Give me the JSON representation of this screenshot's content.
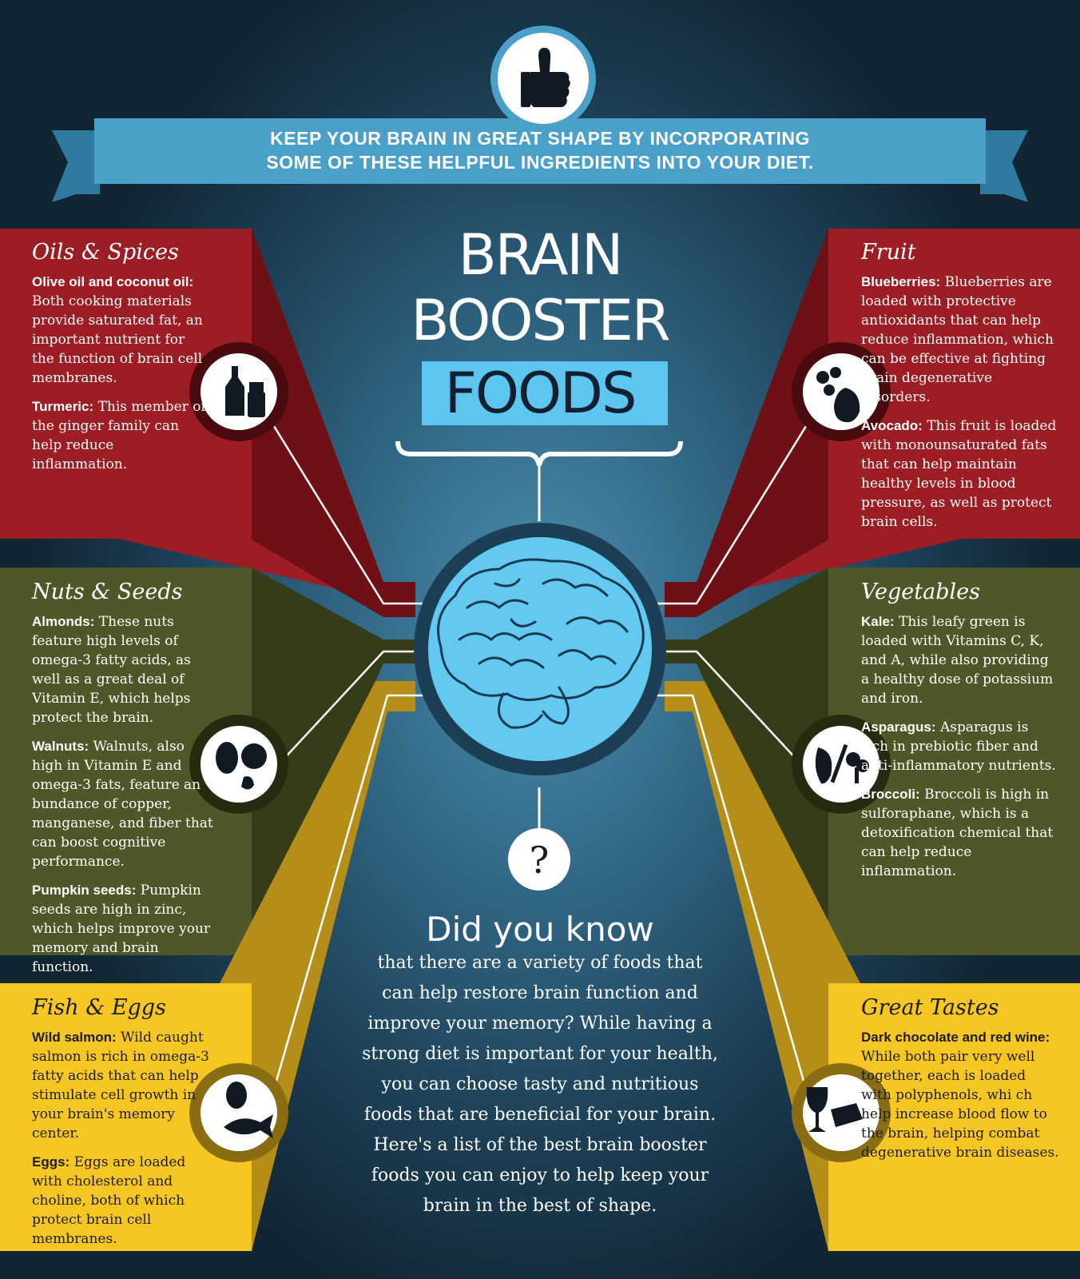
{
  "banner": {
    "line1": "KEEP YOUR BRAIN IN GREAT SHAPE BY INCORPORATING",
    "line2": "SOME OF THESE HELPFUL INGREDIENTS INTO YOUR DIET."
  },
  "title": {
    "line1": "BRAIN",
    "line2": "BOOSTER",
    "line3": "FOODS"
  },
  "sections": {
    "oils": {
      "title": "Oils & Spices",
      "items": [
        {
          "name": "Olive oil and coconut oil:",
          "text": "Both cooking materials provide saturated fat, an important nutrient for the function of brain cell membranes."
        },
        {
          "name": "Turmeric:",
          "text": "This member of the ginger family can help reduce inflammation."
        }
      ]
    },
    "fruit": {
      "title": "Fruit",
      "items": [
        {
          "name": "Blueberries:",
          "text": "Blueberries are loaded with protective antioxidants that can help reduce inflammation, which can be effective at fighting brain degenerative disorders."
        },
        {
          "name": "Avocado:",
          "text": "This fruit is loaded with monounsaturated fats that can help maintain healthy levels in blood pressure, as well as protect brain cells."
        }
      ]
    },
    "nuts": {
      "title": "Nuts & Seeds",
      "items": [
        {
          "name": "Almonds:",
          "text": "These nuts feature high levels of omega-3 fatty acids, as well as a great deal of Vitamin E, which helps protect the brain."
        },
        {
          "name": "Walnuts:",
          "text": "Walnuts, also high in Vitamin E and omega-3 fats, feature an bundance of copper, manganese, and fiber that can boost cognitive performance."
        },
        {
          "name": "Pumpkin seeds:",
          "text": "Pumpkin seeds are high in zinc, which helps improve your memory and brain function."
        }
      ]
    },
    "vegetables": {
      "title": "Vegetables",
      "items": [
        {
          "name": "Kale:",
          "text": "This leafy green is loaded with Vitamins C, K, and A, while also providing a healthy dose of potassium and iron."
        },
        {
          "name": "Asparagus:",
          "text": "Asparagus is rich in prebiotic fiber and anti-inflammatory nutrients."
        },
        {
          "name": "Broccoli:",
          "text": "Broccoli is high in sulforaphane, which is a detoxification chemical that can help reduce inflammation."
        }
      ]
    },
    "fish": {
      "title": "Fish & Eggs",
      "items": [
        {
          "name": "Wild salmon:",
          "text": "Wild caught salmon is rich in omega-3 fatty acids that can help stimulate cell growth in your brain's memory center."
        },
        {
          "name": "Eggs:",
          "text": "Eggs are loaded with cholesterol and choline, both of which protect brain cell membranes."
        }
      ]
    },
    "tastes": {
      "title": "Great Tastes",
      "items": [
        {
          "name": "Dark chocolate and red wine:",
          "text": "While both pair very well together, each is loaded with polyphenols, whi ch help increase blood flow to the brain, helping combat degenerative brain diseases."
        }
      ]
    }
  },
  "did_you_know": {
    "question_mark": "?",
    "title": "Did you know",
    "body": "that there are a variety of foods that can help restore brain function and improve your memory? While having a strong diet is important for your health, you can choose tasty and nutritious foods that are beneficial for your brain. Here's a list of the best brain booster foods you can enjoy to help keep your brain in the best of shape."
  },
  "colors": {
    "red": "#9c1d24",
    "red_dark": "#6e1016",
    "olive": "#4e5728",
    "olive_dark": "#353c19",
    "yellow": "#f6c623",
    "yellow_dark": "#b48e18",
    "accent_blue": "#5cc6f0",
    "banner_blue": "#4aa0c8"
  },
  "icons": [
    "thumbs-up-icon",
    "brain-icon",
    "oil-bottle-grinder-icon",
    "berries-avocado-icon",
    "nuts-icon",
    "vegetables-icon",
    "egg-fish-icon",
    "wine-chocolate-icon"
  ]
}
